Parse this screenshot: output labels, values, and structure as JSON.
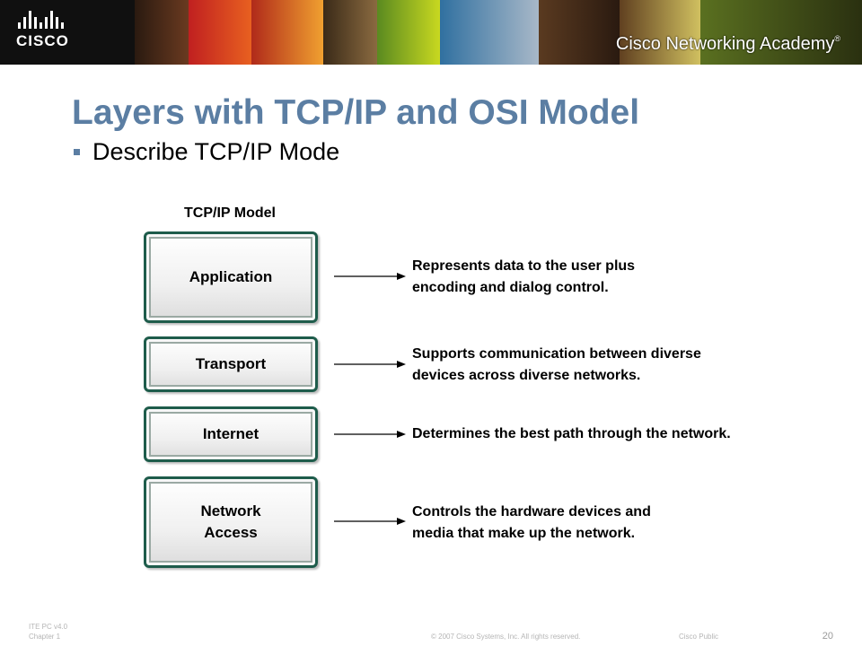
{
  "header": {
    "logo_text": "CISCO",
    "academy_text": "Cisco Networking Academy",
    "academy_mark": "®"
  },
  "slide": {
    "title": "Layers with TCP/IP and OSI Model",
    "bullet": "Describe TCP/IP Mode"
  },
  "diagram": {
    "heading": "TCP/IP Model",
    "layers": [
      {
        "name": "Application",
        "description": "Represents data to the user plus\nencoding and dialog control."
      },
      {
        "name": "Transport",
        "description": "Supports communication between diverse\ndevices across diverse networks."
      },
      {
        "name": "Internet",
        "description": "Determines the best path through the network."
      },
      {
        "name": "Network\nAccess",
        "description": "Controls the hardware devices and\nmedia that make up the network."
      }
    ]
  },
  "footer": {
    "course_line1": "ITE PC v4.0",
    "course_line2": "Chapter 1",
    "copyright": "© 2007 Cisco Systems, Inc. All rights reserved.",
    "classification": "Cisco Public",
    "page_number": "20"
  },
  "colors": {
    "title": "#5b7ea3",
    "box_border": "#1e5c4b"
  }
}
